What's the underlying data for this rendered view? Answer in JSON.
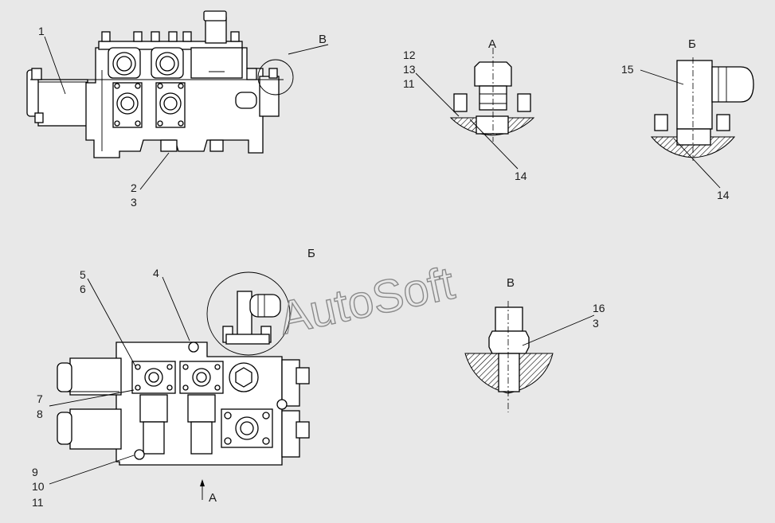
{
  "watermark": "AutoSoft",
  "view_titles": {
    "a": "А",
    "b": "Б",
    "v": "В"
  },
  "callouts": {
    "c1": "1",
    "c2": "2",
    "c3": "3",
    "c4": "4",
    "c5": "5",
    "c6": "6",
    "c7": "7",
    "c8": "8",
    "c9": "9",
    "c10": "10",
    "c11": "11",
    "c12": "12",
    "c13": "13",
    "c14": "14",
    "c15": "15",
    "c16": "16"
  },
  "colors": {
    "background": "#e8e8e8",
    "line": "#000000",
    "part_fill": "#ffffff",
    "watermark": "#8a8a8a"
  }
}
